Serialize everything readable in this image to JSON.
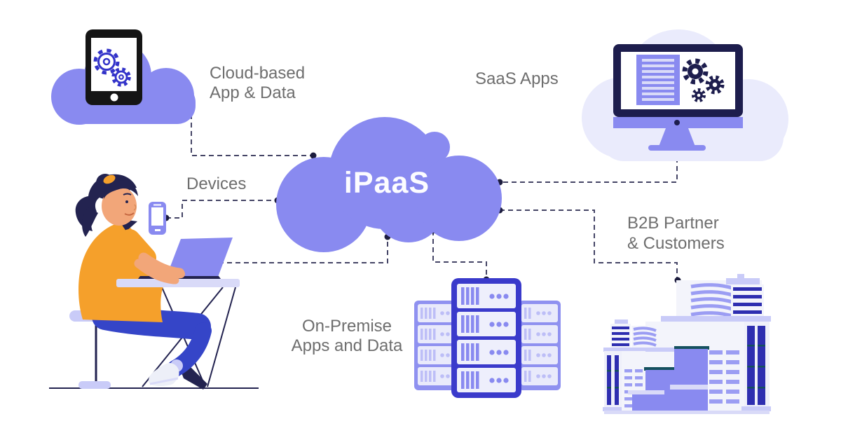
{
  "diagram": {
    "hub": {
      "label": "iPaaS"
    },
    "nodes": [
      {
        "id": "cloud-based-app-data",
        "label_line1": "Cloud-based",
        "label_line2": "App & Data"
      },
      {
        "id": "saas-apps",
        "label": "SaaS Apps"
      },
      {
        "id": "devices",
        "label": "Devices"
      },
      {
        "id": "on-premise",
        "label_line1": "On-Premise",
        "label_line2": "Apps and Data"
      },
      {
        "id": "b2b-partner-customers",
        "label_line1": "B2B Partner",
        "label_line2": "& Customers"
      }
    ],
    "connectors": [
      {
        "from": "cloud-based-app-data",
        "to": "ipaas"
      },
      {
        "from": "phone-device",
        "to": "ipaas"
      },
      {
        "from": "laptop-device",
        "to": "ipaas"
      },
      {
        "from": "ipaas",
        "to": "on-premise-servers"
      },
      {
        "from": "ipaas",
        "to": "saas-apps"
      },
      {
        "from": "ipaas",
        "to": "b2b-partner-customers"
      }
    ]
  },
  "colors": {
    "cloud_purple": "#898AF0",
    "light_cloud": "#EAEBFC",
    "connector_line": "#454566",
    "connector_dot": "#1C1C3E",
    "label_gray": "#6E6E6E",
    "hub_text": "#FCFCFF",
    "rack_center_border": "#3A3ACB",
    "rack_side_border": "#8F91F0",
    "monitor_frame": "#1D1D4D",
    "window_indigo": "#2E2EB0",
    "teal_accent": "#14505E",
    "shirt_orange": "#F5A02B",
    "pants_blue": "#3545C8",
    "skin": "#F2A679"
  }
}
